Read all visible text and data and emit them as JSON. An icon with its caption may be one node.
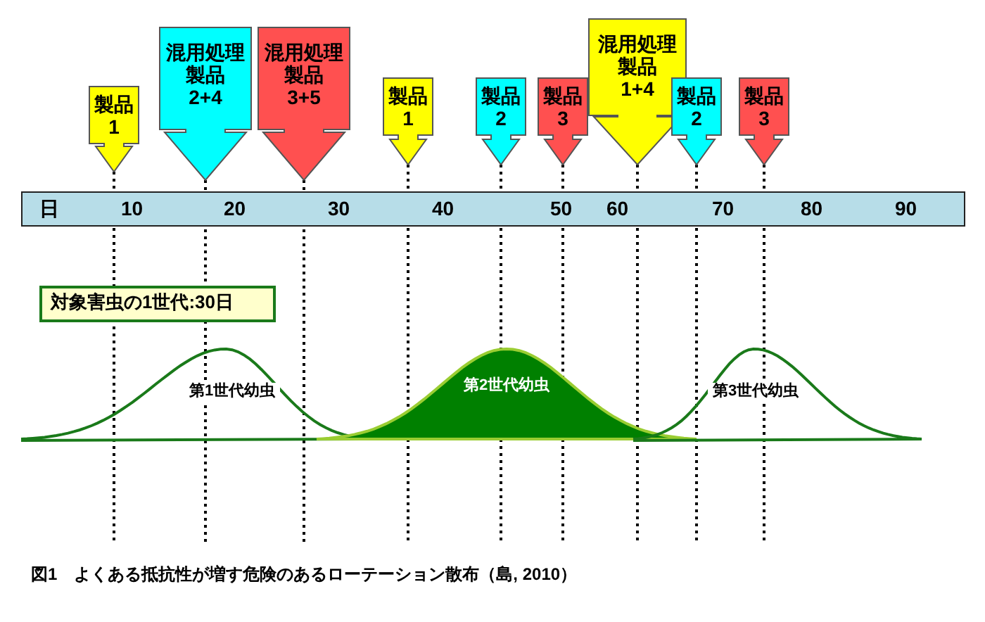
{
  "diagram": {
    "caption": "図1　よくある抵抗性が増す危険のあるローテーション散布（島, 2010）",
    "nodes": [
      {
        "text": [
          "製品1"
        ]
      },
      {
        "text": [
          "混用処理製品2+4"
        ]
      },
      {
        "text": [
          "混用処理製品3+5"
        ]
      },
      {
        "text": [
          "製品1"
        ]
      },
      {
        "text": [
          "製品2"
        ]
      },
      {
        "text": [
          "製品3"
        ]
      },
      {
        "text": [
          "混用処理製品1+4"
        ]
      },
      {
        "text": [
          "製品2"
        ]
      },
      {
        "text": [
          "製品3"
        ]
      },
      {
        "text": [
          "日",
          "10",
          "20",
          "30",
          "40",
          "50",
          "60",
          "70",
          "80",
          "90"
        ]
      },
      {
        "text": [
          "対象害虫の1世代:30日"
        ]
      },
      {
        "text": [
          "第1世代幼虫"
        ]
      },
      {
        "text": [
          "第2世代幼虫"
        ]
      },
      {
        "text": [
          "第3世代幼虫"
        ]
      }
    ],
    "edges": []
  }
}
